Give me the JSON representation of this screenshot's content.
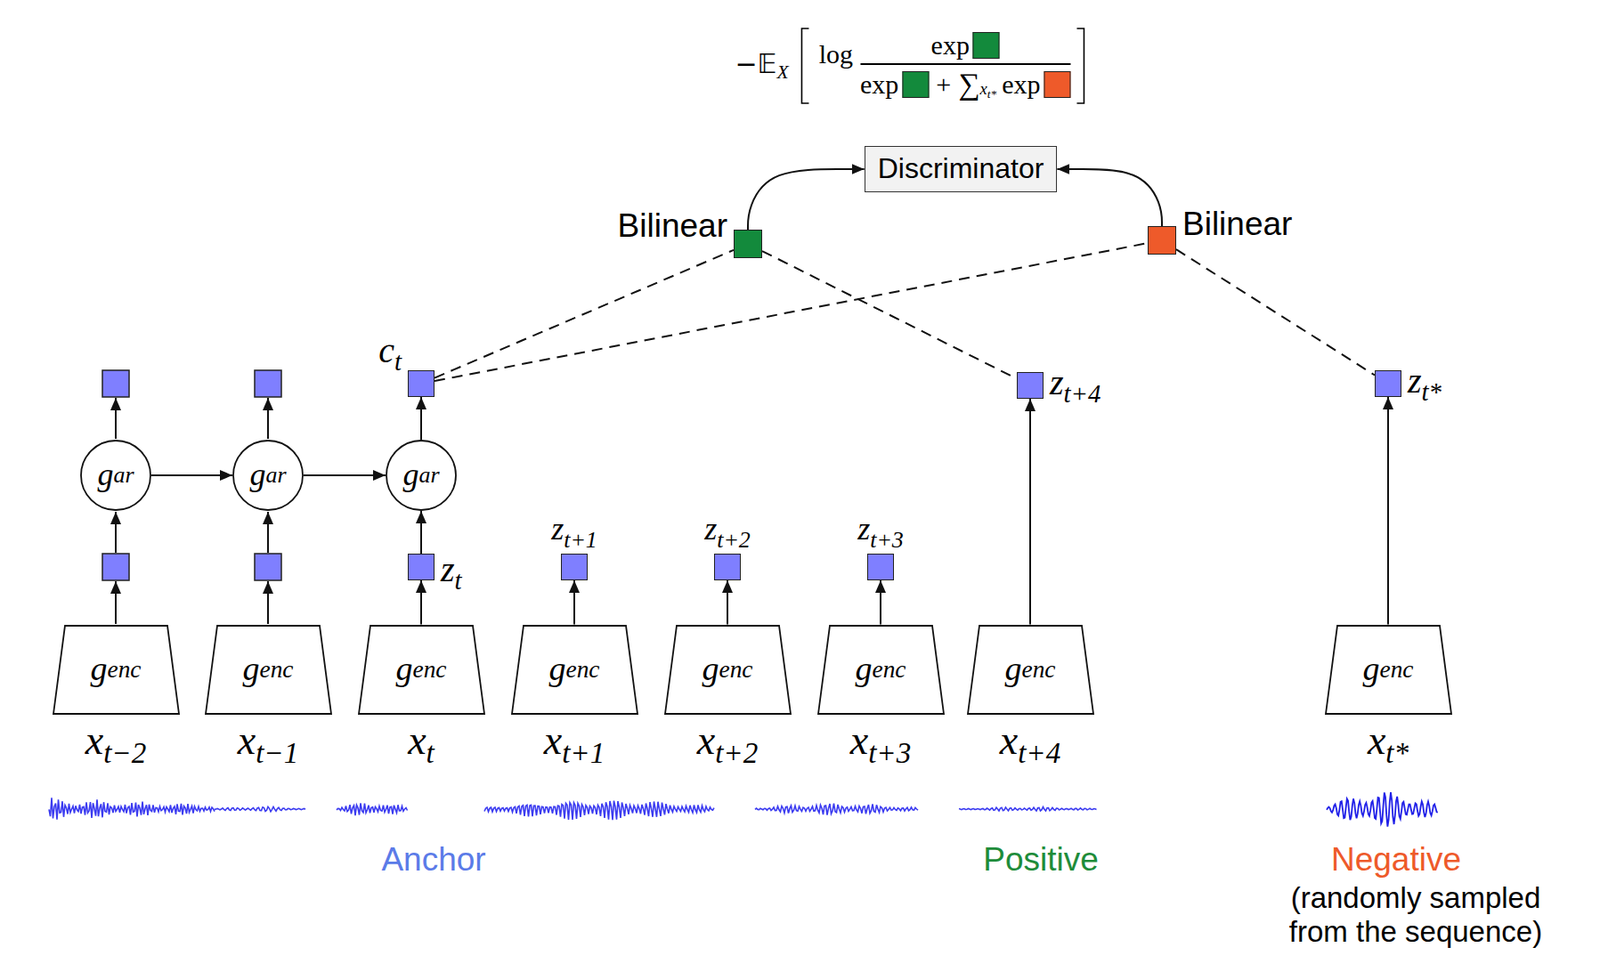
{
  "diagram": {
    "nodes": [
      {
        "text": [
          "Discriminator"
        ]
      },
      {
        "text": [
          "Bilinear"
        ]
      },
      {
        "text": [
          "Bilinear"
        ]
      },
      {
        "text": [
          "c",
          "t"
        ]
      },
      {
        "text": [
          "z",
          "t+4"
        ]
      },
      {
        "text": [
          "z",
          "t*"
        ]
      },
      {
        "text": [
          "g",
          "ar"
        ]
      },
      {
        "text": [
          "g",
          "ar"
        ]
      },
      {
        "text": [
          "g",
          "ar"
        ]
      },
      {
        "text": [
          "z",
          "t"
        ]
      },
      {
        "text": [
          "z",
          "t+1"
        ]
      },
      {
        "text": [
          "z",
          "t+2"
        ]
      },
      {
        "text": [
          "z",
          "t+3"
        ]
      },
      {
        "text": [
          "g",
          "enc",
          "x",
          "t−2"
        ]
      },
      {
        "text": [
          "g",
          "enc",
          "x",
          "t−1"
        ]
      },
      {
        "text": [
          "g",
          "enc",
          "x",
          "t"
        ]
      },
      {
        "text": [
          "g",
          "enc",
          "x",
          "t+1"
        ]
      },
      {
        "text": [
          "g",
          "enc",
          "x",
          "t+2"
        ]
      },
      {
        "text": [
          "g",
          "enc",
          "x",
          "t+3"
        ]
      },
      {
        "text": [
          "g",
          "enc",
          "x",
          "t+4"
        ]
      },
      {
        "text": [
          "g",
          "enc",
          "x",
          "t*"
        ]
      }
    ],
    "edges": [
      {
        "from": 1,
        "to": 0,
        "arrow": "to"
      },
      {
        "from": 2,
        "to": 0,
        "arrow": "to"
      },
      {
        "from": 3,
        "to": 1,
        "arrow": "none"
      },
      {
        "from": 1,
        "to": 4,
        "arrow": "none"
      },
      {
        "from": 3,
        "to": 2,
        "arrow": "none"
      },
      {
        "from": 2,
        "to": 5,
        "arrow": "none"
      },
      {
        "from": 6,
        "to": 7,
        "arrow": "to"
      },
      {
        "from": 7,
        "to": 8,
        "arrow": "to"
      },
      {
        "from": 8,
        "to": 3,
        "arrow": "to"
      },
      {
        "from": 9,
        "to": 8,
        "arrow": "to"
      },
      {
        "from": 15,
        "to": 9,
        "arrow": "to"
      },
      {
        "from": 16,
        "to": 10,
        "arrow": "to"
      },
      {
        "from": 17,
        "to": 11,
        "arrow": "to"
      },
      {
        "from": 18,
        "to": 12,
        "arrow": "to"
      },
      {
        "from": 19,
        "to": 4,
        "arrow": "to"
      },
      {
        "from": 20,
        "to": 5,
        "arrow": "to"
      }
    ],
    "labels": [
      "−𝔼",
      "X",
      "log",
      "exp",
      "exp",
      "+",
      "∑",
      "x",
      "t*",
      "exp",
      "Anchor",
      "Positive",
      "Negative",
      "(randomly sampled from the sequence)"
    ]
  }
}
